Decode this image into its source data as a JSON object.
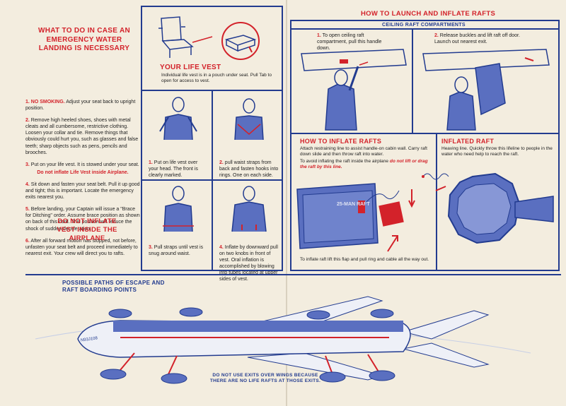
{
  "left": {
    "heading": "WHAT TO DO IN CASE AN EMERGENCY WATER LANDING IS NECESSARY",
    "steps": [
      {
        "n": "1.",
        "lead": "NO SMOKING.",
        "text": "Adjust your seat back to upright position."
      },
      {
        "n": "2.",
        "text": "Remove high heeled shoes, shoes with metal cleats and all cumbersome, restrictive clothing. Loosen your collar and tie. Remove things that obviously could hurt you, such as glasses and false teeth; sharp objects such as pens, pencils and brooches."
      },
      {
        "n": "3.",
        "text": "Put on your life vest. It is stowed under your seat.",
        "warning": "Do not inflate Life Vest inside Airplane."
      },
      {
        "n": "4.",
        "text": "Sit down and fasten your seat belt. Pull it up good and tight; this is important. Locate the emergency exits nearest you."
      },
      {
        "n": "5.",
        "text": "Before landing, your Captain will issue a \"Brace for Ditching\" order. Assume brace position as shown on back of this card. This position will reduce the shock of sudden deceleration."
      },
      {
        "n": "6.",
        "text": "After all forward motion has stopped, not before, unfasten your seat belt and proceed immediately to nearest exit. Your crew will direct you to rafts."
      }
    ],
    "warning_big": "DO NOT INFLATE VEST INSIDE THE AIRPLANE"
  },
  "vest": {
    "title": "YOUR LIFE VEST",
    "desc": "Individual life vest is in a pouch under seat. Pull Tab to open for access to vest.",
    "steps": [
      {
        "n": "1.",
        "text": "Put on life vest over your head. The front is clearly marked."
      },
      {
        "n": "2.",
        "text": "pull waist straps from back and fasten hooks into rings. One on each side."
      },
      {
        "n": "3.",
        "text": "Pull straps until vest is snug around waist."
      },
      {
        "n": "4.",
        "text": "Inflate by downward pull on two knobs in front of vest. Oral inflation is accomplished by blowing into tubes located at upper sides of vest."
      }
    ]
  },
  "rafts": {
    "title": "HOW TO LAUNCH AND INFLATE RAFTS",
    "subtitle": "CEILING RAFT COMPARTMENTS",
    "step1": {
      "n": "1.",
      "text": "To open ceiling raft compartment, pull this handle down."
    },
    "step2": {
      "n": "2.",
      "text": "Release buckles and lift raft off door. Launch out nearest exit."
    },
    "inflate": {
      "title": "HOW TO INFLATE RAFTS",
      "text": "Attach restraining line to assist handle-on cabin wall. Carry raft down slide and then throw raft into water.",
      "avoid": "To avoid inflating the raft inside the airplane",
      "avoid_em": "do not lift or drag the raft by this line.",
      "raft_label": "25-MAN RAFT",
      "bottom": "To inflate raft lift this flap and pull ring and cable all the way out."
    },
    "inflated": {
      "title": "INFLATED RAFT",
      "text": "Heaving line. Quickly throw this lifeline to people in the water who need help to reach the raft."
    }
  },
  "escape": {
    "title": "POSSIBLE PATHS OF ESCAPE AND RAFT BOARDING POINTS",
    "note": "DO NOT USE EXITS OVER WINGS BECAUSE THERE ARE NO LIFE RAFTS AT THOSE EXITS.",
    "aircraft_reg": "N93J108"
  },
  "colors": {
    "blue": "#223b8f",
    "red": "#d3222a",
    "paper": "#f3eddf"
  }
}
